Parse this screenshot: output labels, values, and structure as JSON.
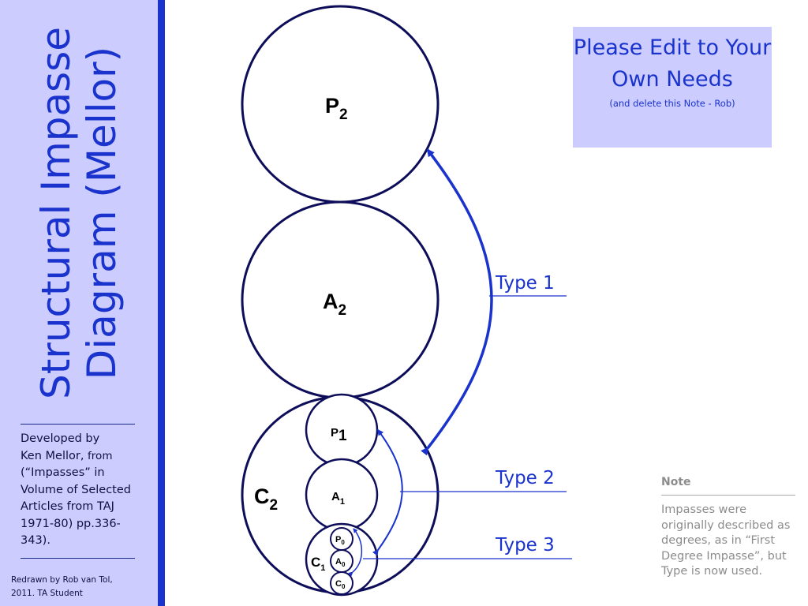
{
  "title": "Structural Impasse Diagram (Mellor)",
  "developed": {
    "line1": "Developed by",
    "author": "Ken Mellor,",
    "from": "from",
    "rest": "(“Impasses” in Volume of Selected Articles from TAJ 1971-80) pp.336-343)."
  },
  "credit": "Redrawn by Rob van Tol, 2011. TA Student",
  "edit_note": {
    "main": "Please Edit to Your Own Needs",
    "sub": "(and delete this Note - Rob)"
  },
  "note": {
    "heading": "Note",
    "text": "Impasses were originally described as degrees, as in “First Degree Impasse”, but Type is now used."
  },
  "circles": {
    "p2": {
      "letter": "P",
      "sub": "2"
    },
    "a2": {
      "letter": "A",
      "sub": "2"
    },
    "c2": {
      "letter": "C",
      "sub": "2"
    },
    "p1": {
      "letter": "P",
      "sub": "1"
    },
    "a1": {
      "letter": "A",
      "sub": "1"
    },
    "c1": {
      "letter": "C",
      "sub": "1"
    },
    "p0": {
      "letter": "P",
      "sub": "0"
    },
    "a0": {
      "letter": "A",
      "sub": "0"
    },
    "c0": {
      "letter": "C",
      "sub": "0"
    }
  },
  "types": {
    "type1": "Type 1",
    "type2": "Type 2",
    "type3": "Type 3"
  },
  "colors": {
    "accent": "#1a33cc",
    "panel": "#ccccff",
    "circle_stroke": "#0d0d5a"
  }
}
